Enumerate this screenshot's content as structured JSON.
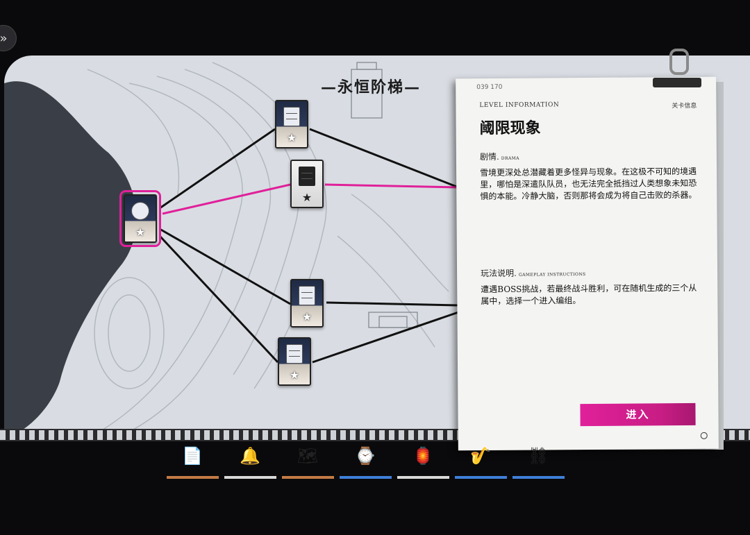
{
  "stage": {
    "title": "—永恒阶梯—"
  },
  "panel": {
    "serial": "039 170",
    "label_en": "LEVEL INFORMATION",
    "label_cn": "关卡信息",
    "level_title": "阈限现象",
    "drama_head": "剧情.",
    "drama_head_en": "DRAMA",
    "drama_text": "雪境更深处总潜藏着更多怪异与现象。在这极不可知的境遇里，哪怕是深遣队队员，也无法完全抵挡过人类想象未知恐惧的本能。冷静大脑，否则那将会成为将自己击败的杀器。",
    "gameplay_head": "玩法说明.",
    "gameplay_head_en": "GAMEPLAY INSTRUCTIONS",
    "gameplay_text": "遭遇BOSS挑战，若最终战斗胜利，可在随机生成的三个从属中，选择一个进入编组。",
    "enter_label": "进入"
  },
  "icons": {
    "back": "double-chevron-right-icon",
    "node": "cabinet-icon",
    "current_node": "hands-icon",
    "star": "star-icon"
  },
  "colors": {
    "accent": "#e0209a"
  },
  "items": [
    {
      "icon": "papers-icon",
      "glyph": "📄",
      "bar": "#c47b45"
    },
    {
      "icon": "bells-icon",
      "glyph": "🔔",
      "bar": "#d8d8d8"
    },
    {
      "icon": "map-scroll-icon",
      "glyph": "🗺",
      "bar": "#c47b45"
    },
    {
      "icon": "pocket-watch-icon",
      "glyph": "⌚",
      "bar": "#3f7fd8"
    },
    {
      "icon": "lantern-icon",
      "glyph": "🏮",
      "bar": "#d8d8d8"
    },
    {
      "icon": "flute-icon",
      "glyph": "🎷",
      "bar": "#3f7fd8"
    },
    {
      "icon": "chain-icon",
      "glyph": "⛓",
      "bar": "#3f7fd8"
    }
  ]
}
